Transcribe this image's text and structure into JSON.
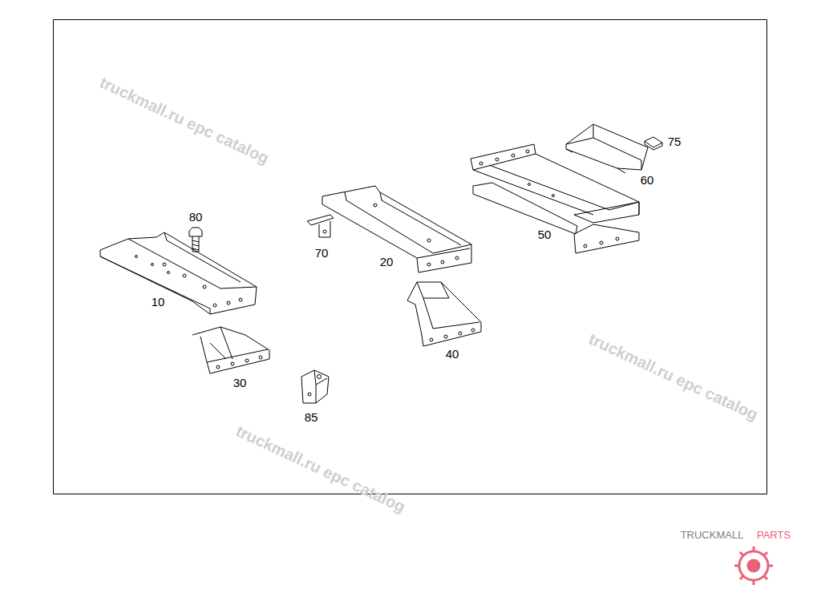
{
  "diagram": {
    "labels": [
      "80",
      "10",
      "70",
      "20",
      "50",
      "60",
      "75",
      "30",
      "40",
      "85",
      "truckmall.ru epc catalog",
      "truckmall.ru epc catalog",
      "truckmall.ru epc catalog",
      "TRUCKMALL",
      "PARTS"
    ]
  }
}
